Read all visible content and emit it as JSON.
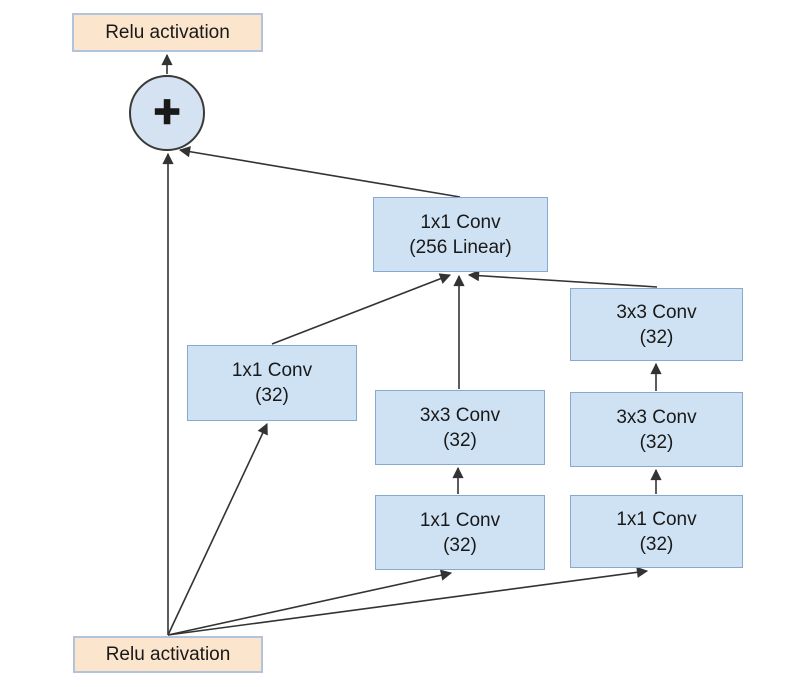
{
  "diagram": {
    "nodes": {
      "relu_top": {
        "label": "Relu activation"
      },
      "add": {
        "symbol": "+"
      },
      "conv_linear": {
        "line1": "1x1 Conv",
        "line2": "(256 Linear)"
      },
      "branch1_conv1": {
        "line1": "1x1 Conv",
        "line2": "(32)"
      },
      "branch2_conv2": {
        "line1": "3x3 Conv",
        "line2": "(32)"
      },
      "branch2_conv1": {
        "line1": "1x1 Conv",
        "line2": "(32)"
      },
      "branch3_conv3": {
        "line1": "3x3 Conv",
        "line2": "(32)"
      },
      "branch3_conv2": {
        "line1": "3x3 Conv",
        "line2": "(32)"
      },
      "branch3_conv1": {
        "line1": "1x1 Conv",
        "line2": "(32)"
      },
      "relu_bottom": {
        "label": "Relu activation"
      }
    },
    "edges": [
      {
        "from": "relu_bottom",
        "to": "add"
      },
      {
        "from": "relu_bottom",
        "to": "branch1_conv1"
      },
      {
        "from": "relu_bottom",
        "to": "branch2_conv1"
      },
      {
        "from": "relu_bottom",
        "to": "branch3_conv1"
      },
      {
        "from": "branch1_conv1",
        "to": "conv_linear"
      },
      {
        "from": "branch2_conv1",
        "to": "branch2_conv2"
      },
      {
        "from": "branch2_conv2",
        "to": "conv_linear"
      },
      {
        "from": "branch3_conv1",
        "to": "branch3_conv2"
      },
      {
        "from": "branch3_conv2",
        "to": "branch3_conv3"
      },
      {
        "from": "branch3_conv3",
        "to": "conv_linear"
      },
      {
        "from": "conv_linear",
        "to": "add"
      },
      {
        "from": "add",
        "to": "relu_top"
      }
    ],
    "colors": {
      "background": "#ffffff",
      "relu_fill": "#fce5cd",
      "relu_border": "#b4c3dd",
      "conv_fill": "#cfe2f3",
      "conv_border": "#87a9cf",
      "circle_fill": "#d4e2f1",
      "circle_border": "#3a3a3a",
      "arrow": "#333333",
      "text": "#191919"
    }
  }
}
